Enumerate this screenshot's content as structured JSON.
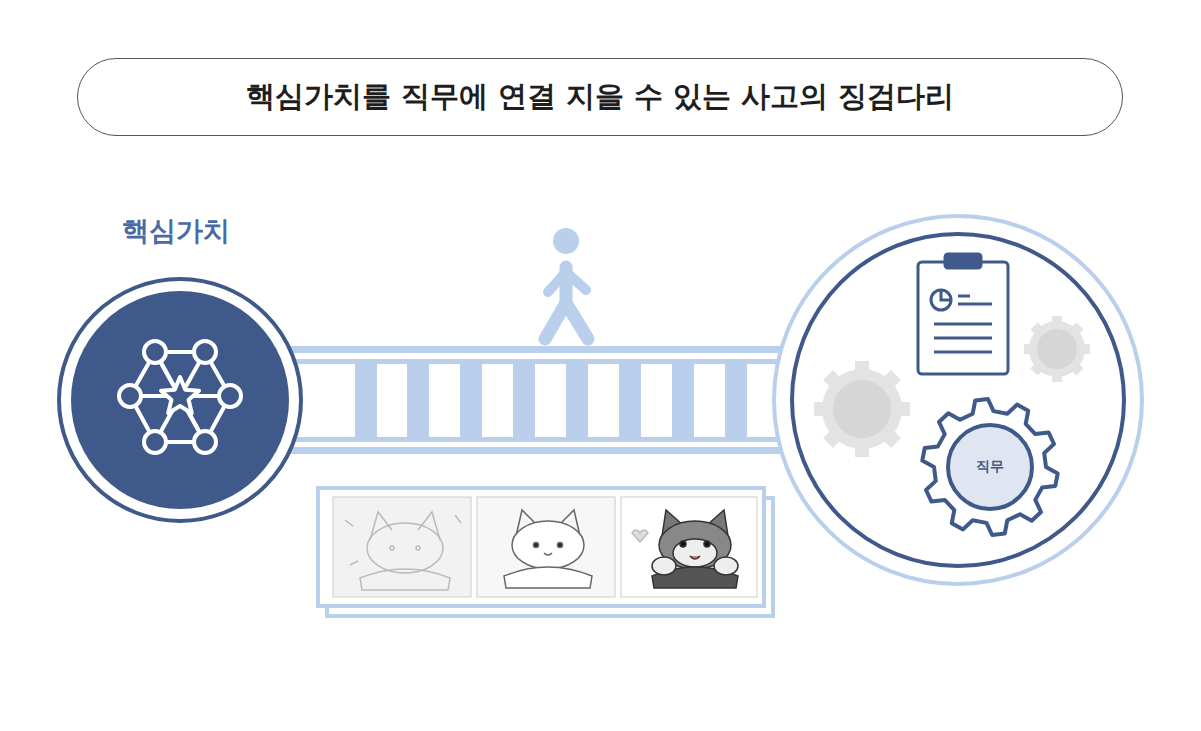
{
  "diagram": {
    "title": "핵심가치를 직무에 연결 지을 수 있는 사고의 징검다리",
    "nodes": [
      {
        "text": [
          "핵심가치"
        ]
      },
      {
        "text": [
          "직무"
        ]
      }
    ]
  }
}
